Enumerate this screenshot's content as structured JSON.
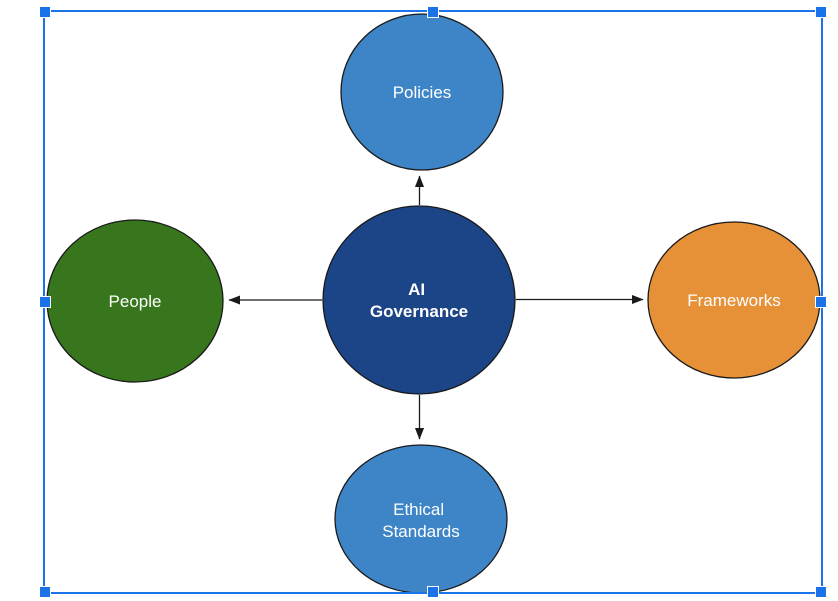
{
  "canvas": {
    "background_color": "#ffffff"
  },
  "selection": {
    "accent_color": "#1a73e8",
    "handle_fill": "#1a73e8",
    "handle_border_color": "#ffffff"
  },
  "diagram": {
    "text_color": "#ffffff",
    "node_stroke_color": "#1a1a1a",
    "connector_color": "#1a1a1a",
    "center_node": {
      "id": "ai-governance",
      "line1": "AI",
      "line2": "Governance",
      "fill": "#1c4587"
    },
    "nodes": [
      {
        "id": "policies",
        "position": "top",
        "label": "Policies",
        "fill": "#3d85c6"
      },
      {
        "id": "people",
        "position": "left",
        "label": "People",
        "fill": "#38761d"
      },
      {
        "id": "frameworks",
        "position": "right",
        "label": "Frameworks",
        "fill": "#e69138"
      },
      {
        "id": "ethical-standards",
        "position": "bottom",
        "line1": "Ethical",
        "line2": "Standards",
        "fill": "#3d85c6"
      }
    ]
  }
}
